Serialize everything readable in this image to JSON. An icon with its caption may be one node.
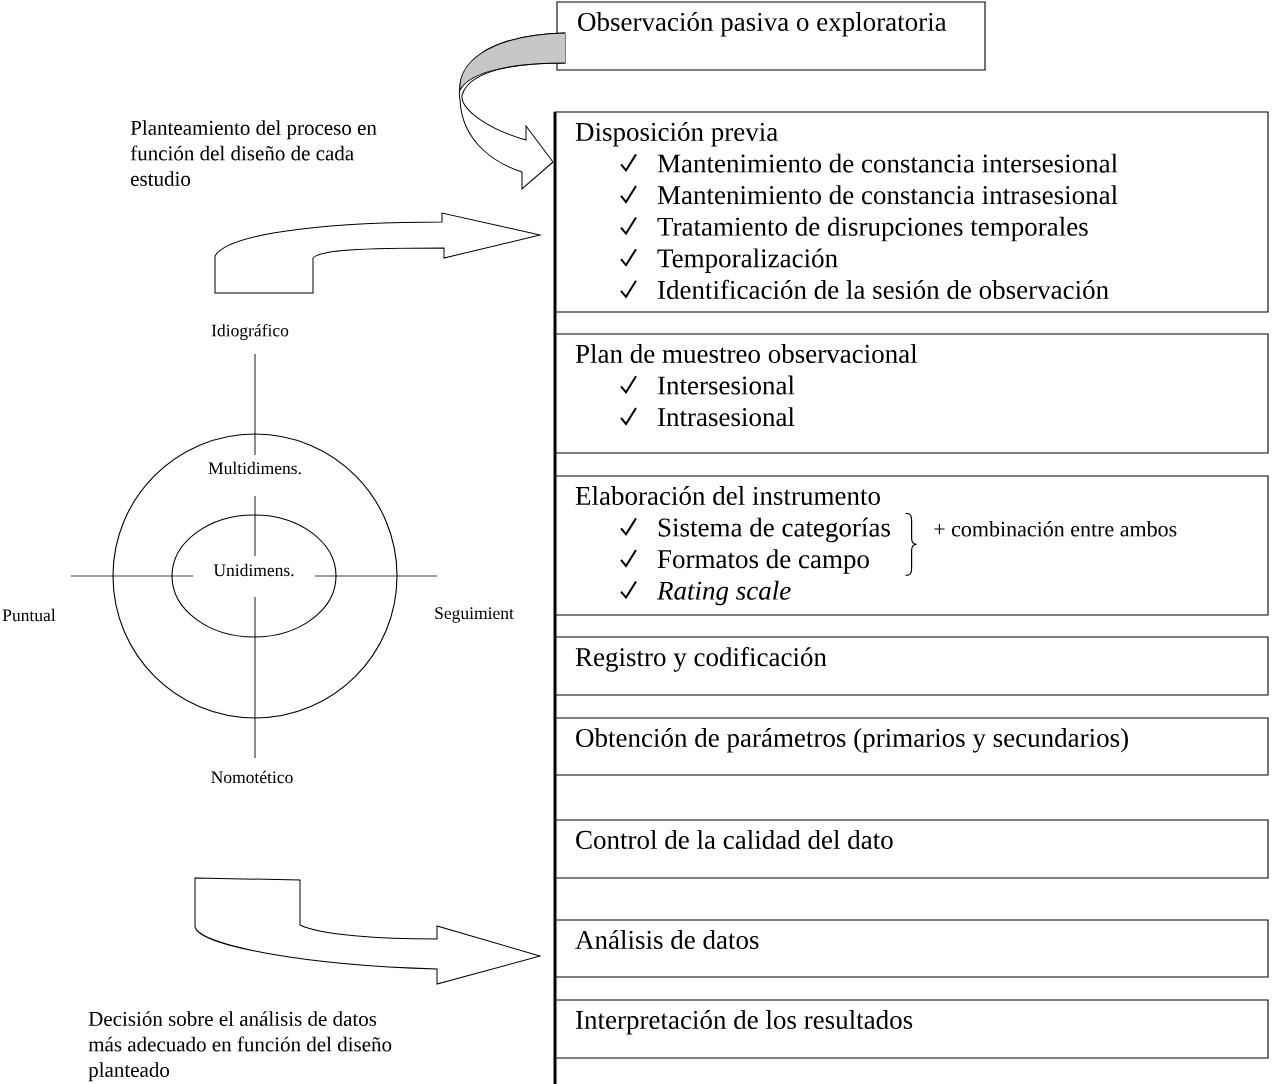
{
  "diagram": {
    "nodes": [
      {
        "text": [
          "Observación pasiva o exploratoria"
        ]
      },
      {
        "text": [
          "Disposición previa",
          "Mantenimiento de constancia intersesional",
          "Mantenimiento de constancia intrasesional",
          "Tratamiento de disrupciones temporales",
          "Temporalización",
          "Identificación de la sesión de observación"
        ]
      },
      {
        "text": [
          "Plan de muestreo observacional",
          "Intersesional",
          "Intrasesional"
        ]
      },
      {
        "text": [
          "Elaboración del instrumento",
          "Sistema de categorías",
          "Formatos de campo",
          "Rating scale",
          "+ combinación entre ambos"
        ]
      },
      {
        "text": [
          "Registro y codificación"
        ]
      },
      {
        "text": [
          "Obtención de parámetros (primarios y secundarios)"
        ]
      },
      {
        "text": [
          "Control de la calidad del dato"
        ]
      },
      {
        "text": [
          "Análisis de datos"
        ]
      },
      {
        "text": [
          "Interpretación de los resultados"
        ]
      },
      {
        "text": [
          "Multidimens."
        ]
      },
      {
        "text": [
          "Unidimens."
        ],
        "in": 9
      }
    ],
    "edges": [
      {
        "from": 0,
        "to": 1,
        "arrow": "to"
      },
      {
        "from": null,
        "to": 1,
        "arrow": "to"
      },
      {
        "from": null,
        "to": 7,
        "arrow": "to"
      }
    ],
    "labels": [
      "Planteamiento del proceso en función del diseño de cada estudio",
      "Idiográfico",
      "Puntual",
      "Seguimient",
      "Nomotético",
      "Decisión sobre el análisis de datos más adecuado en función del diseño planteado"
    ]
  }
}
